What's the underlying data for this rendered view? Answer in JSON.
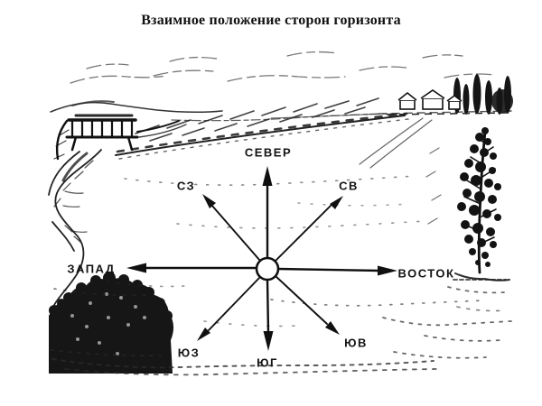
{
  "title": "Взаимное положение сторон горизонта",
  "compass": {
    "ink_color": "#111111",
    "center_symbol": "open-circle",
    "labels": {
      "north": "СЕВЕР",
      "northeast": "СВ",
      "east": "ВОСТОК",
      "southeast": "ЮВ",
      "south": "ЮГ",
      "southwest": "ЮЗ",
      "west": "ЗАПАД",
      "northwest": "СЗ"
    }
  },
  "illustration": {
    "type": "hand-drawn landscape sketch",
    "elements": [
      "clouds",
      "distant hills",
      "railway bridge",
      "winding river",
      "field furrows",
      "village with poplar trees",
      "tall tree",
      "bush",
      "grass tufts"
    ]
  },
  "page": {
    "background": "#ffffff"
  }
}
